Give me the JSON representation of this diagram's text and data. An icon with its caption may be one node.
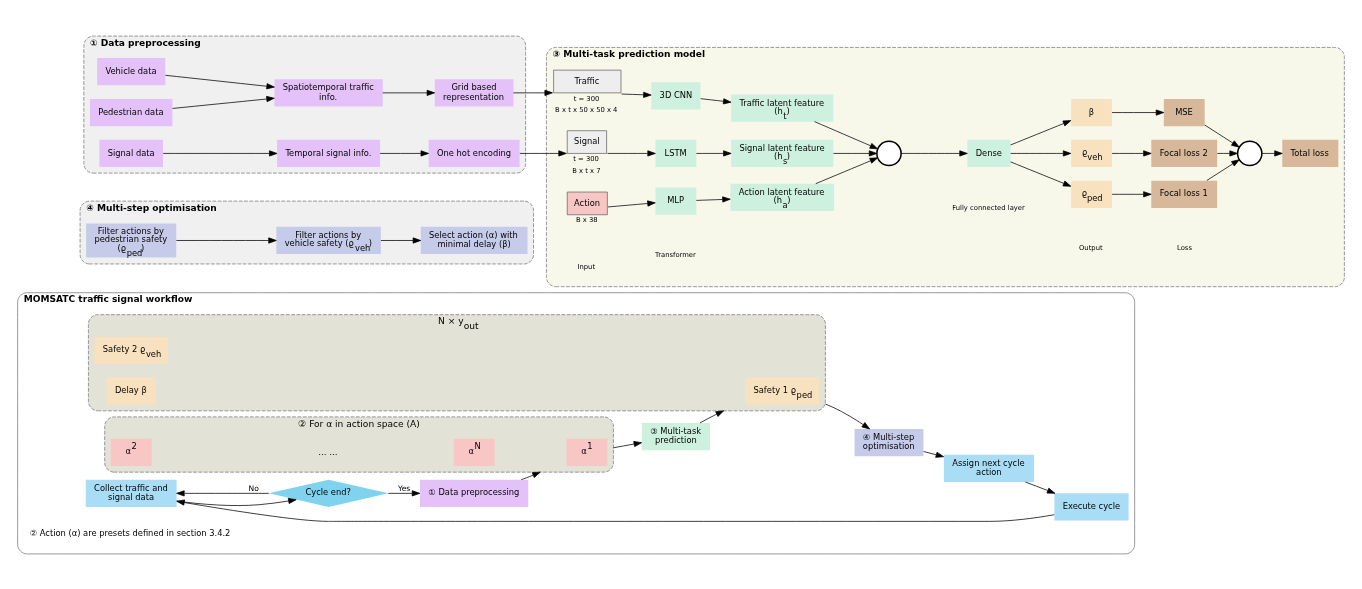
{
  "diagram": {
    "nodes": [
      {
        "text": [
          "MOMSATC traffic signal workflow"
        ]
      },
      {
        "text": [
          "Collect traffic and signal data"
        ],
        "in": 0
      },
      {
        "text": [
          "Cycle end?"
        ],
        "in": 0
      },
      {
        "text": [
          "① Data preprocessing"
        ],
        "in": 0
      },
      {
        "text": [
          "② For α in action space (A)"
        ],
        "in": 0
      },
      {
        "text": [
          "α$^{1}$"
        ],
        "in": 4
      },
      {
        "text": [
          "α$^{2}$"
        ],
        "in": 4
      },
      {
        "text": [
          "α$^{N}$"
        ],
        "in": 4
      },
      {
        "text": [
          "③ Multi-task prediction"
        ],
        "in": 0
      },
      {
        "text": [
          "N × y$_{out}$"
        ],
        "in": 0
      },
      {
        "text": [
          "Safety 1 ϱ$_{ped}$"
        ],
        "in": 9
      },
      {
        "text": [
          "Safety 2 ϱ$_{veh}$"
        ],
        "in": 9
      },
      {
        "text": [
          "Delay β"
        ],
        "in": 9
      },
      {
        "text": [
          "④ Multi-step optimisation"
        ],
        "in": 0
      },
      {
        "text": [
          "Assign next cycle action"
        ],
        "in": 0
      },
      {
        "text": [
          "Execute cycle"
        ],
        "in": 0
      },
      {
        "text": [
          "④ Multi-step optimisation"
        ]
      },
      {
        "text": [
          "Filter actions by pedestrian safety (ϱ$_{ped}$)"
        ],
        "in": 16
      },
      {
        "text": [
          "Filter actions by vehicle safety (ϱ$_{veh}$)"
        ],
        "in": 16
      },
      {
        "text": [
          "Select action (α) with minimal delay (β)"
        ],
        "in": 16
      },
      {
        "text": [
          "① Data preprocessing"
        ]
      },
      {
        "text": [
          "Vehicle data"
        ],
        "in": 20
      },
      {
        "text": [
          "Pedestrian data"
        ],
        "in": 20
      },
      {
        "text": [
          "Spatiotemporal traffic info."
        ],
        "in": 20
      },
      {
        "text": [
          "Grid based representation"
        ],
        "in": 20
      },
      {
        "text": [
          "Signal data"
        ],
        "in": 20
      },
      {
        "text": [
          "Temporal signal info."
        ],
        "in": 20
      },
      {
        "text": [
          "One hot encoding"
        ],
        "in": 20
      },
      {
        "text": [
          "③ Multi-task prediction model"
        ]
      },
      {
        "text": [
          "Action"
        ],
        "in": 28,
        "beside": [
          "B x 38"
        ]
      },
      {
        "text": [
          "Traffic"
        ],
        "in": 28,
        "beside": [
          "t = 300",
          "B x t x 50 x 50 x 4"
        ]
      },
      {
        "text": [
          "Signal"
        ],
        "in": 28,
        "beside": [
          "t = 300",
          "B x t x 7"
        ]
      },
      {
        "text": [
          "MLP"
        ],
        "in": 28
      },
      {
        "text": [
          "3D CNN"
        ],
        "in": 28
      },
      {
        "text": [
          "LSTM"
        ],
        "in": 28
      },
      {
        "text": [
          "Action latent feature (h$_{a}$)"
        ],
        "in": 28
      },
      {
        "text": [
          "Traffic latent feature (h$_{t}$)"
        ],
        "in": 28
      },
      {
        "text": [
          "Signal latent feature (h$_{s}$)"
        ],
        "in": 28
      },
      {
        "text": [],
        "shape": "circle",
        "in": 28
      },
      {
        "text": [
          "Dense"
        ],
        "in": 28
      },
      {
        "text": [
          "ϱ$_{ped}$"
        ],
        "in": 28
      },
      {
        "text": [
          "ϱ$_{veh}$"
        ],
        "in": 28
      },
      {
        "text": [
          "β"
        ],
        "in": 28
      },
      {
        "text": [
          "Focal loss 1"
        ],
        "in": 28
      },
      {
        "text": [
          "Focal loss 2"
        ],
        "in": 28
      },
      {
        "text": [
          "MSE"
        ],
        "in": 28
      },
      {
        "text": [],
        "shape": "circle",
        "in": 28
      },
      {
        "text": [
          "Total loss"
        ],
        "in": 28
      }
    ],
    "edges": [
      {
        "from": 1,
        "to": 2,
        "arrow": "to"
      },
      {
        "from": 2,
        "to": 3,
        "arrow": "to",
        "label": "Yes"
      },
      {
        "from": 2,
        "to": 1,
        "arrow": "to",
        "label": "No"
      },
      {
        "from": 3,
        "to": 4,
        "arrow": "to"
      },
      {
        "from": 4,
        "to": 8,
        "arrow": "to"
      },
      {
        "from": 8,
        "to": 9,
        "arrow": "to"
      },
      {
        "from": 9,
        "to": 13,
        "arrow": "to"
      },
      {
        "from": 13,
        "to": 14,
        "arrow": "to"
      },
      {
        "from": 14,
        "to": 15,
        "arrow": "to"
      },
      {
        "from": 15,
        "to": 1,
        "arrow": "to"
      },
      {
        "from": 17,
        "to": 18,
        "arrow": "to"
      },
      {
        "from": 18,
        "to": 19,
        "arrow": "to"
      },
      {
        "from": 21,
        "to": 23,
        "arrow": "to"
      },
      {
        "from": 22,
        "to": 23,
        "arrow": "to"
      },
      {
        "from": 23,
        "to": 24,
        "arrow": "to"
      },
      {
        "from": 25,
        "to": 26,
        "arrow": "to"
      },
      {
        "from": 26,
        "to": 27,
        "arrow": "to"
      },
      {
        "from": 24,
        "to": 30,
        "arrow": "to"
      },
      {
        "from": 27,
        "to": 31,
        "arrow": "to"
      },
      {
        "from": 29,
        "to": 32,
        "arrow": "to"
      },
      {
        "from": 30,
        "to": 33,
        "arrow": "to"
      },
      {
        "from": 31,
        "to": 34,
        "arrow": "to"
      },
      {
        "from": 32,
        "to": 35,
        "arrow": "to"
      },
      {
        "from": 33,
        "to": 36,
        "arrow": "to"
      },
      {
        "from": 34,
        "to": 37,
        "arrow": "to"
      },
      {
        "from": 35,
        "to": 38,
        "arrow": "to"
      },
      {
        "from": 36,
        "to": 38,
        "arrow": "to"
      },
      {
        "from": 37,
        "to": 38,
        "arrow": "to"
      },
      {
        "from": 38,
        "to": 39,
        "arrow": "to"
      },
      {
        "from": 39,
        "to": 40,
        "arrow": "to"
      },
      {
        "from": 39,
        "to": 41,
        "arrow": "to"
      },
      {
        "from": 39,
        "to": 42,
        "arrow": "to"
      },
      {
        "from": 40,
        "to": 43,
        "arrow": "to"
      },
      {
        "from": 41,
        "to": 44,
        "arrow": "to"
      },
      {
        "from": 42,
        "to": 45,
        "arrow": "to"
      },
      {
        "from": 43,
        "to": 46,
        "arrow": "to"
      },
      {
        "from": 44,
        "to": 46,
        "arrow": "to"
      },
      {
        "from": 45,
        "to": 46,
        "arrow": "to"
      },
      {
        "from": 46,
        "to": 47,
        "arrow": "to"
      }
    ],
    "labels": [
      "… …",
      "② Action (α) are presets defined in section 3.4.2",
      "Input",
      "Transformer",
      "Fully connected layer",
      "Output",
      "Loss"
    ]
  }
}
